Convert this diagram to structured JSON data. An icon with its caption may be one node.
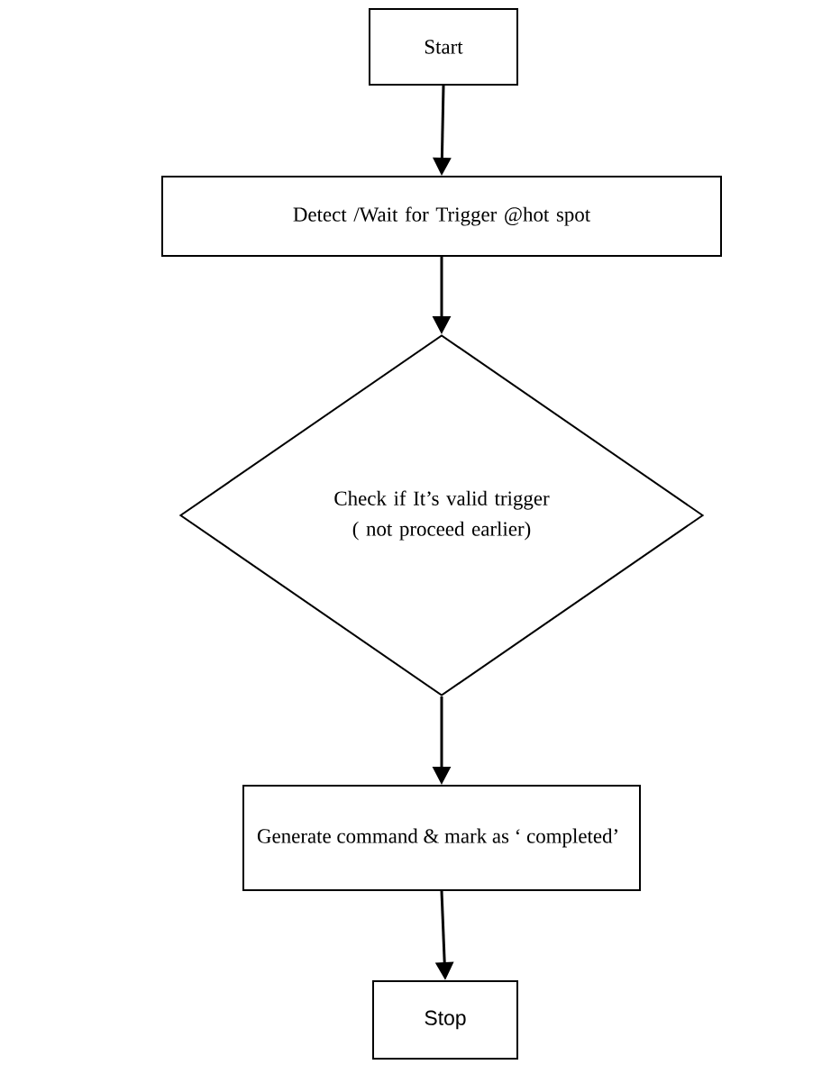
{
  "diagram": {
    "nodes": [
      {
        "text": [
          "Start"
        ]
      },
      {
        "text": [
          "Detect /Wait  for Trigger @hot spot"
        ]
      },
      {
        "text": [
          "Check if It’s valid trigger ( not proceed earlier)"
        ]
      },
      {
        "text": [
          "Generate command & mark as ‘ completed’"
        ]
      },
      {
        "text": [
          "Stop"
        ]
      }
    ],
    "edges": [
      {
        "from": 0,
        "to": 1,
        "arrow": "to"
      },
      {
        "from": 1,
        "to": 2,
        "arrow": "to"
      },
      {
        "from": 2,
        "to": 3,
        "arrow": "to"
      },
      {
        "from": 3,
        "to": 4,
        "arrow": "to"
      }
    ]
  }
}
